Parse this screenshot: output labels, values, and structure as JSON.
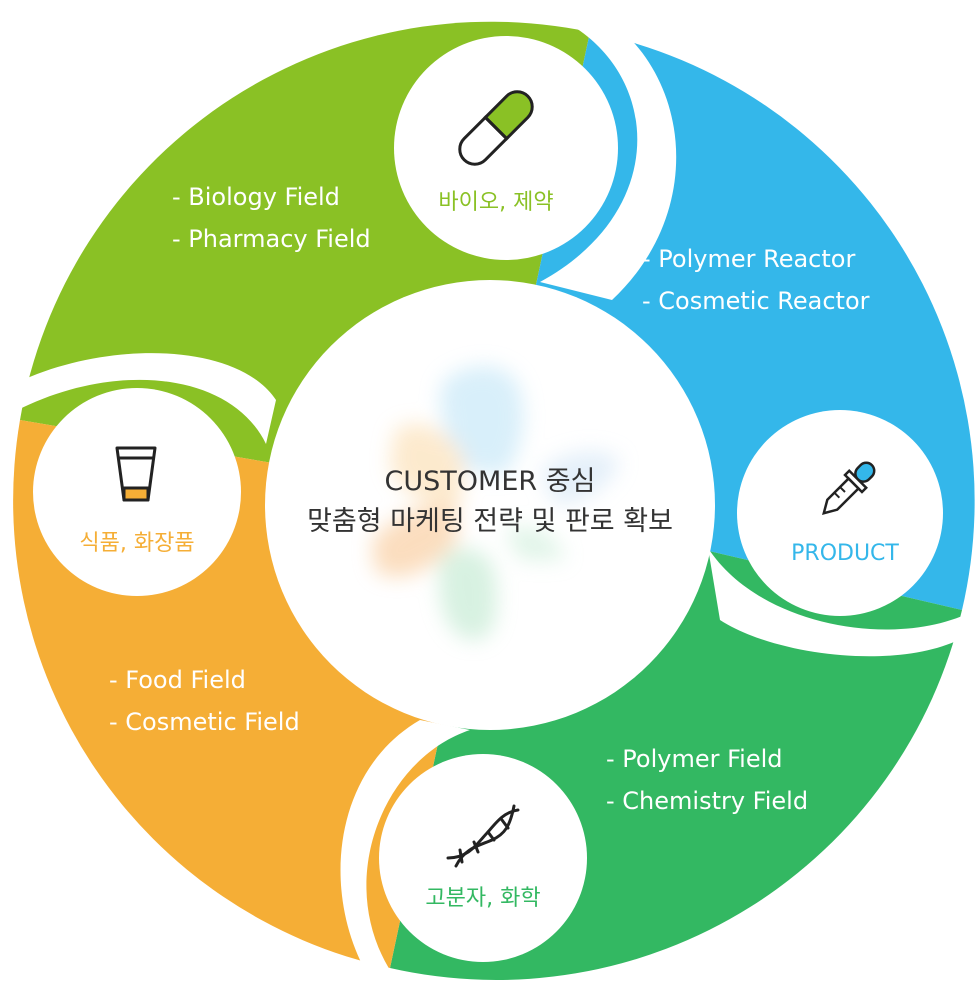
{
  "center": {
    "line1": "CUSTOMER 중심",
    "line2": "맞춤형 마케팅 전략  및 판로 확보"
  },
  "segments": [
    {
      "key": "bio",
      "color": "#8ac125",
      "icon": "capsule-icon",
      "label": "바이오, 제약",
      "fields": [
        "- Biology Field",
        "- Pharmacy Field"
      ]
    },
    {
      "key": "product",
      "color": "#34b7ea",
      "icon": "dropper-icon",
      "label": "PRODUCT",
      "fields": [
        "- Polymer Reactor",
        "- Cosmetic Reactor"
      ]
    },
    {
      "key": "polymer",
      "color": "#33b862",
      "icon": "dna-icon",
      "label": "고분자, 화학",
      "fields": [
        "- Polymer Field",
        "- Chemistry Field"
      ]
    },
    {
      "key": "food",
      "color": "#f5ae36",
      "icon": "cup-icon",
      "label": "식품, 화장품",
      "fields": [
        "- Food Field",
        "- Cosmetic Field"
      ]
    }
  ]
}
